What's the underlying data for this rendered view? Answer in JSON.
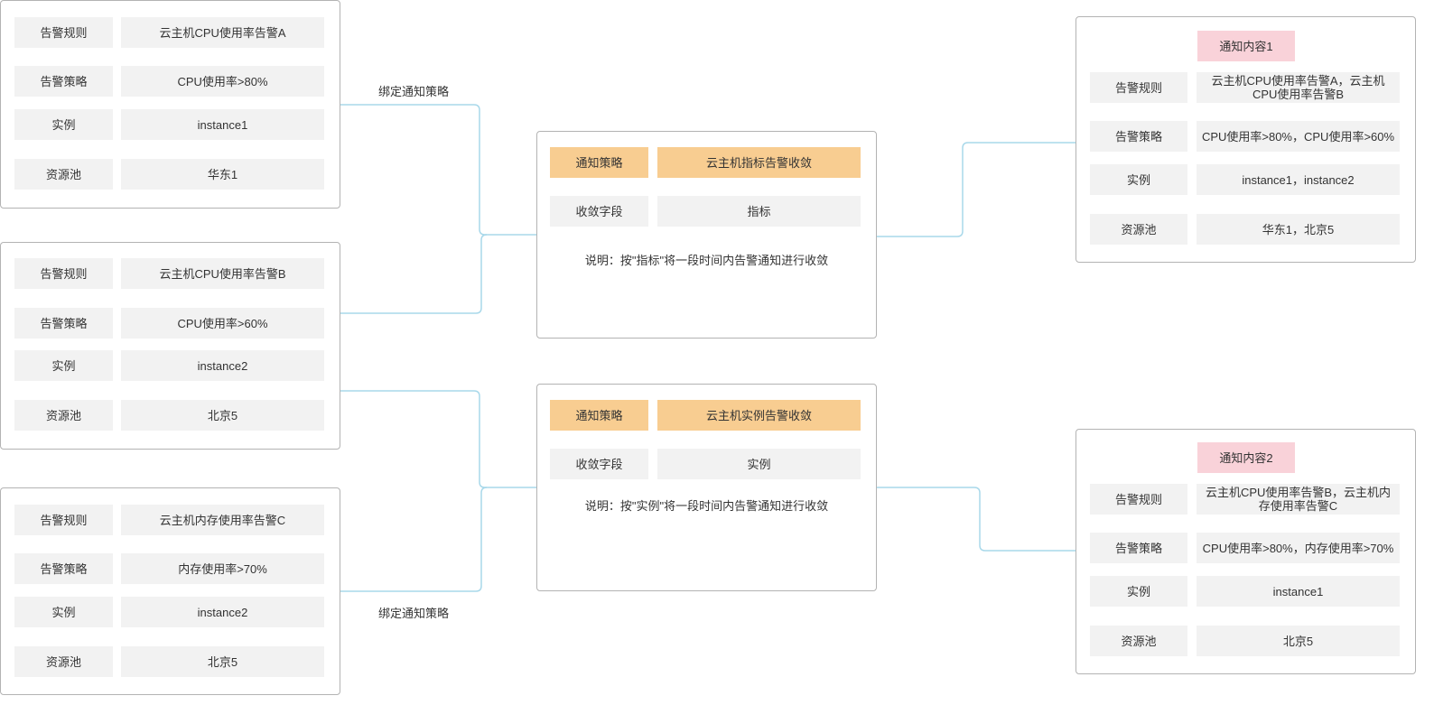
{
  "rule_boxes": [
    {
      "rows": [
        {
          "label": "告警规则",
          "value": "云主机CPU使用率告警A"
        },
        {
          "label": "告警策略",
          "value": "CPU使用率>80%"
        },
        {
          "label": "实例",
          "value": "instance1"
        },
        {
          "label": "资源池",
          "value": "华东1"
        }
      ]
    },
    {
      "rows": [
        {
          "label": "告警规则",
          "value": "云主机CPU使用率告警B"
        },
        {
          "label": "告警策略",
          "value": "CPU使用率>60%"
        },
        {
          "label": "实例",
          "value": "instance2"
        },
        {
          "label": "资源池",
          "value": "北京5"
        }
      ]
    },
    {
      "rows": [
        {
          "label": "告警规则",
          "value": "云主机内存使用率告警C"
        },
        {
          "label": "告警策略",
          "value": "内存使用率>70%"
        },
        {
          "label": "实例",
          "value": "instance2"
        },
        {
          "label": "资源池",
          "value": "北京5"
        }
      ]
    }
  ],
  "policy_boxes": [
    {
      "policy_label": "通知策略",
      "policy_value": "云主机指标告警收敛",
      "field_label": "收敛字段",
      "field_value": "指标",
      "note": "说明：按\"指标\"将一段时间内告警通知进行收敛"
    },
    {
      "policy_label": "通知策略",
      "policy_value": "云主机实例告警收敛",
      "field_label": "收敛字段",
      "field_value": "实例",
      "note": "说明：按\"实例\"将一段时间内告警通知进行收敛"
    }
  ],
  "content_boxes": [
    {
      "title": "通知内容1",
      "rows": [
        {
          "label": "告警规则",
          "value": "云主机CPU使用率告警A，云主机CPU使用率告警B"
        },
        {
          "label": "告警策略",
          "value": "CPU使用率>80%，CPU使用率>60%"
        },
        {
          "label": "实例",
          "value": "instance1，instance2"
        },
        {
          "label": "资源池",
          "value": "华东1，北京5"
        }
      ]
    },
    {
      "title": "通知内容2",
      "rows": [
        {
          "label": "告警规则",
          "value": "云主机CPU使用率告警B，云主机内存使用率告警C"
        },
        {
          "label": "告警策略",
          "value": "CPU使用率>80%，内存使用率>70%"
        },
        {
          "label": "实例",
          "value": "instance1"
        },
        {
          "label": "资源池",
          "value": "北京5"
        }
      ]
    }
  ],
  "edge_labels": {
    "top": "绑定通知策略",
    "bottom": "绑定通知策略"
  },
  "colors": {
    "connector": "#a8d8ea",
    "policy_cell": "#f8cd91",
    "title_cell": "#f9d2d9",
    "cell": "#f2f2f2"
  }
}
